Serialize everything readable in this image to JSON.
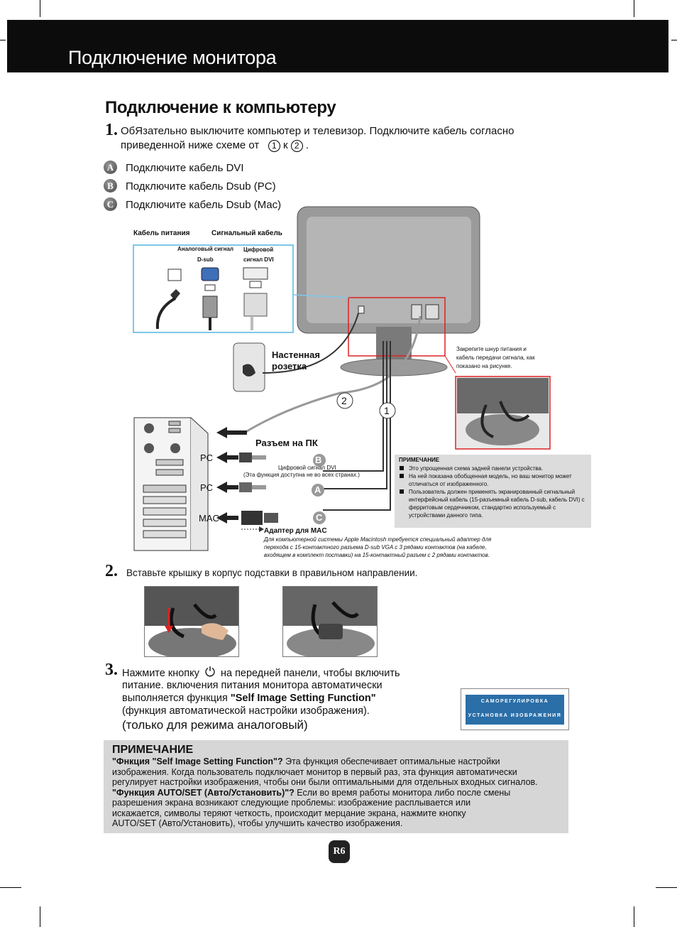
{
  "header": {
    "title": "Подключение монитора"
  },
  "section": {
    "title": "Подключение к компьютеру"
  },
  "step1": {
    "number": "1.",
    "line1": "ОбЯзательно выключите компьютер и телевизор. Подключите кабель согласно",
    "line2_prefix": "приведенной ниже схеме от",
    "from": "1",
    "middle": "к",
    "to": "2",
    "suffix": ".",
    "items": [
      {
        "badge": "A",
        "label": "Подключите кабель DVI"
      },
      {
        "badge": "B",
        "label": "Подключите кабель Dsub (PC)"
      },
      {
        "badge": "C",
        "label": "Подключите кабель Dsub (Mac)"
      }
    ]
  },
  "diagram": {
    "power_cable": "Кабель питания",
    "signal_cable": "Сигнальный кабель",
    "analog_line1": "Аналоговый сигнал",
    "analog_line2": "D-sub",
    "digital_line1": "Цифровой",
    "digital_line2": "сигнал  DVI",
    "wall_outlet_line1": "Настенная",
    "wall_outlet_line2": "розетка",
    "pc_connector": "Разъем на ПК",
    "digital_dvi": "Цифровой сигнал  DVI",
    "dvi_note": "(Эта функция доступна не во всех странах.)",
    "pc1": "PC",
    "pc2": "PC",
    "mac": "MAC",
    "callout1": "1",
    "callout2": "2",
    "letter_a": "A",
    "letter_b": "B",
    "letter_c": "C",
    "mac_adapter_title": "Адаптер для MAC",
    "mac_adapter_text_line1": "Для компьютерной системы Apple Macintosh требуется специальный адаптер для",
    "mac_adapter_text_line2": "перехода с 15-контактного разъема D-sub VGA с 3 рядами контактов (на кабеле,",
    "mac_adapter_text_line3": "входящем в комплект поставки) на 15-контактный разъем с 2 рядами контактов.",
    "fix_cable_line1": "Закрепите шнур питания и",
    "fix_cable_line2": "кабель передачи сигнала, как",
    "fix_cable_line3": "показано на рисунке."
  },
  "diagram_note": {
    "title": "ПРИМЕЧАНИЕ",
    "items": [
      "Это упрощенная схема задней панели устройства.",
      "На ней показана обобщенная модель, но ваш монитор может отличаться от изображенного.",
      "Пользователь должен применять экранированный сигнальный интерфейсный кабель (15-разъемный кабель D-sub, кабель DVI) с ферритовым сердечником, стандартно используемый с устройствами данного типа."
    ]
  },
  "step2": {
    "number": "2.",
    "text": "Вставьте крышку в корпус подставки в правильном направлении."
  },
  "step3": {
    "number": "3.",
    "line1_a": "Нажмите кнопку",
    "line1_b": "на передней панели, чтобы включить",
    "line2": "питание. включения питания монитора автоматически",
    "line3_a": "выполняется функция ",
    "line3_b": "\"Self Image Setting Function\"",
    "line4": "(функция автоматической настройки изображения).",
    "line5": "(только для режима аналоговый)"
  },
  "osd": {
    "line1": "САМОРЕГУЛИРОВКА",
    "line2": "УСТАНОВКА ИЗОБРАЖЕНИЯ"
  },
  "bottom_note": {
    "title": "ПРИМЕЧАНИЕ",
    "p1_bold": "\"Фнкция \"Self Image Setting Function\"?",
    "p1_text": " Эта функция обеспечивает оптимальные настройки",
    "p2": "изображения. Когда пользователь подключает монитор в первый раз, эта функция автоматически",
    "p3": "регулирует настройки изображения, чтобы они были оптимальными для отдельных входных сигналов.",
    "p4_bold": "\"Функция AUTO/SET (Авто/Установить)\"?",
    "p4_text": " Если во время работы монитора либо после смены",
    "p5": "разрешения экрана возникают следующие проблемы: изображение расплывается или",
    "p6": "искажается, символы теряют четкость, происходит мерцание экрана, нажмите кнопку",
    "p7": "AUTO/SET (Авто/Установить), чтобы улучшить качество изображения."
  },
  "page": {
    "number": "R6"
  }
}
